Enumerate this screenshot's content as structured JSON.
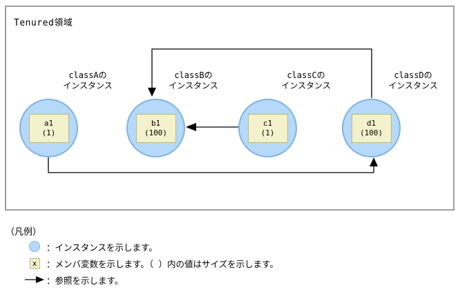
{
  "colors": {
    "background": "#ffffff",
    "text_color": "#000000",
    "frame_border": "#9e9e9e",
    "circle_fill": "#b6d9f9",
    "circle_border": "#7fb2e5",
    "box_fill": "#f4f2cc",
    "box_border": "#b9b77b",
    "arrow_color": "#000000"
  },
  "diagram": {
    "area_title": "Tenured領域",
    "instances": [
      {
        "id": "a1",
        "class_line1": "classAの",
        "class_line2": "インスタンス",
        "var_name": "a1",
        "var_size": "(1)"
      },
      {
        "id": "b1",
        "class_line1": "classBの",
        "class_line2": "インスタンス",
        "var_name": "b1",
        "var_size": "(100)"
      },
      {
        "id": "c1",
        "class_line1": "classCの",
        "class_line2": "インスタンス",
        "var_name": "c1",
        "var_size": "(1)"
      },
      {
        "id": "d1",
        "class_line1": "classDの",
        "class_line2": "インスタンス",
        "var_name": "d1",
        "var_size": "(100)"
      }
    ],
    "references": [
      {
        "from": "d1",
        "to": "b1"
      },
      {
        "from": "c1",
        "to": "b1"
      },
      {
        "from": "a1",
        "to": "d1"
      }
    ]
  },
  "legend": {
    "title": "（凡例）",
    "items": [
      {
        "icon": "instance-circle-icon",
        "text": "：インスタンスを示します。"
      },
      {
        "icon": "member-variable-box-icon",
        "icon_label": "x",
        "text": "：メンバ変数を示します。（ ）内の値はサイズを示します。"
      },
      {
        "icon": "reference-arrow-icon",
        "text": "：参照を示します。"
      }
    ]
  }
}
